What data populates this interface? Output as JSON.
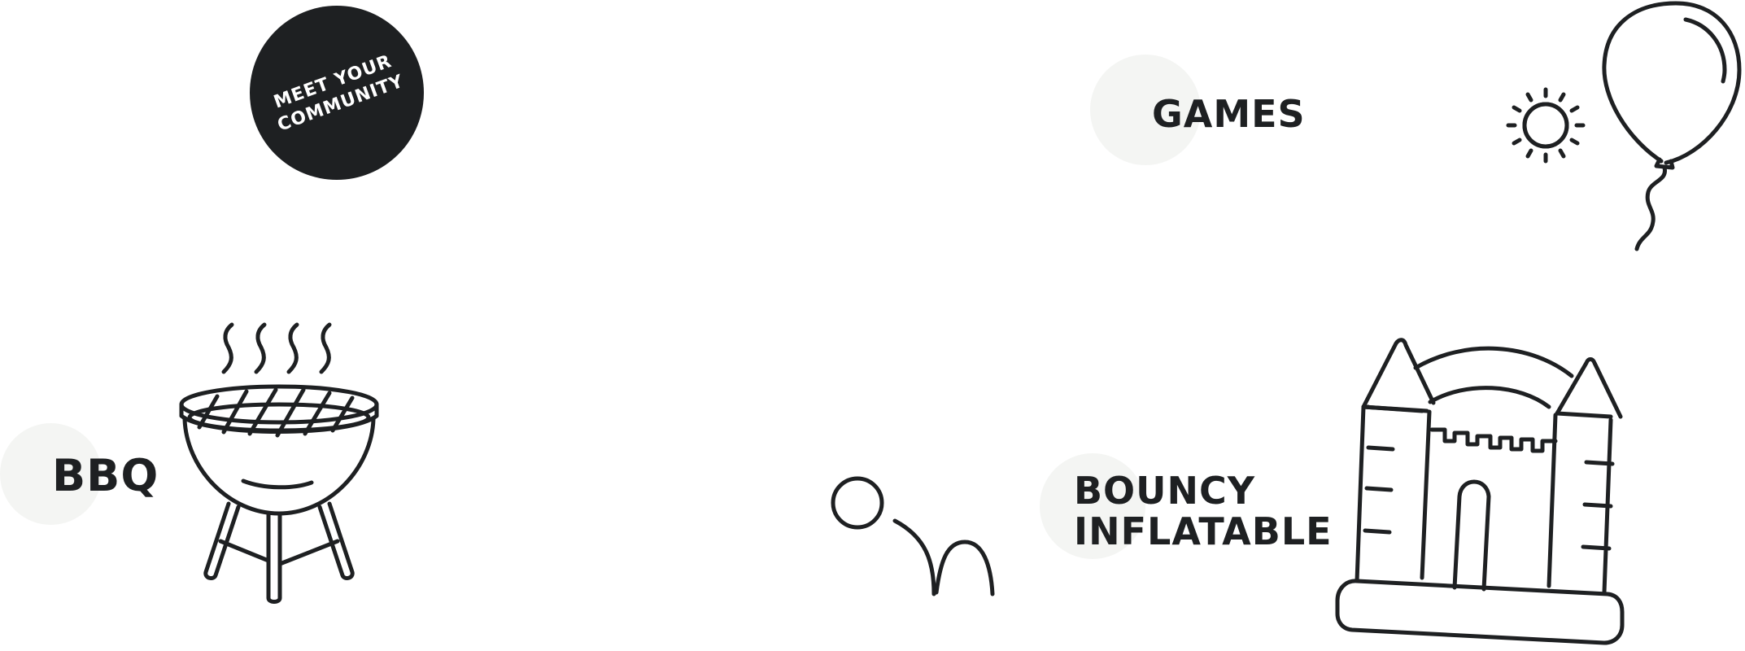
{
  "badge": {
    "line1": "MEET YOUR",
    "line2": "COMMUNITY"
  },
  "labels": {
    "games": "GAMES",
    "bbq": "BBQ",
    "bouncy_line1": "BOUNCY",
    "bouncy_line2": "INFLATABLE"
  },
  "icons": {
    "balloon": "balloon-icon",
    "sun": "sun-icon",
    "bbq": "bbq-grill-icon",
    "bouncy": "bouncy-castle-icon",
    "jump": "jumping-person-icon"
  },
  "colors": {
    "ink": "#1e2022",
    "blob": "#f4f5f3",
    "background": "#ffffff"
  }
}
